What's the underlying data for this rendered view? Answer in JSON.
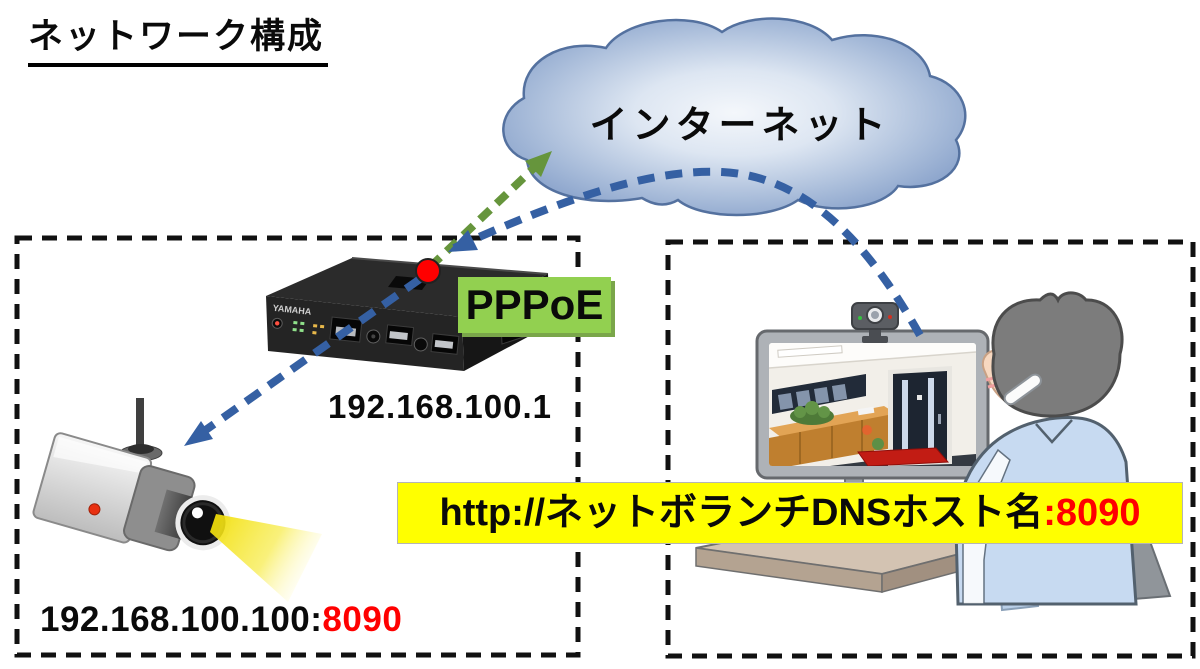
{
  "title": "ネットワーク構成",
  "internet_cloud": {
    "label": "インターネット"
  },
  "router": {
    "brand": "YAMAHA",
    "pppoe_label": "PPPoE",
    "lan_ip": "192.168.100.1"
  },
  "camera": {
    "ip_prefix": "192.168.100.100:",
    "port": "8090"
  },
  "viewer_url": {
    "prefix": "http://ネットボランチDNSホスト名",
    "port": ":8090"
  },
  "colors": {
    "arrow_blue": "#3560a3",
    "arrow_green": "#66953c",
    "pppoe_green": "#92d050",
    "highlight_yellow": "#ffff00",
    "port_red": "#ff0000",
    "wan_marker_red": "#ff0000",
    "dashed_border": "#111111",
    "cloud_edge_blue": "#7f9ac6"
  }
}
